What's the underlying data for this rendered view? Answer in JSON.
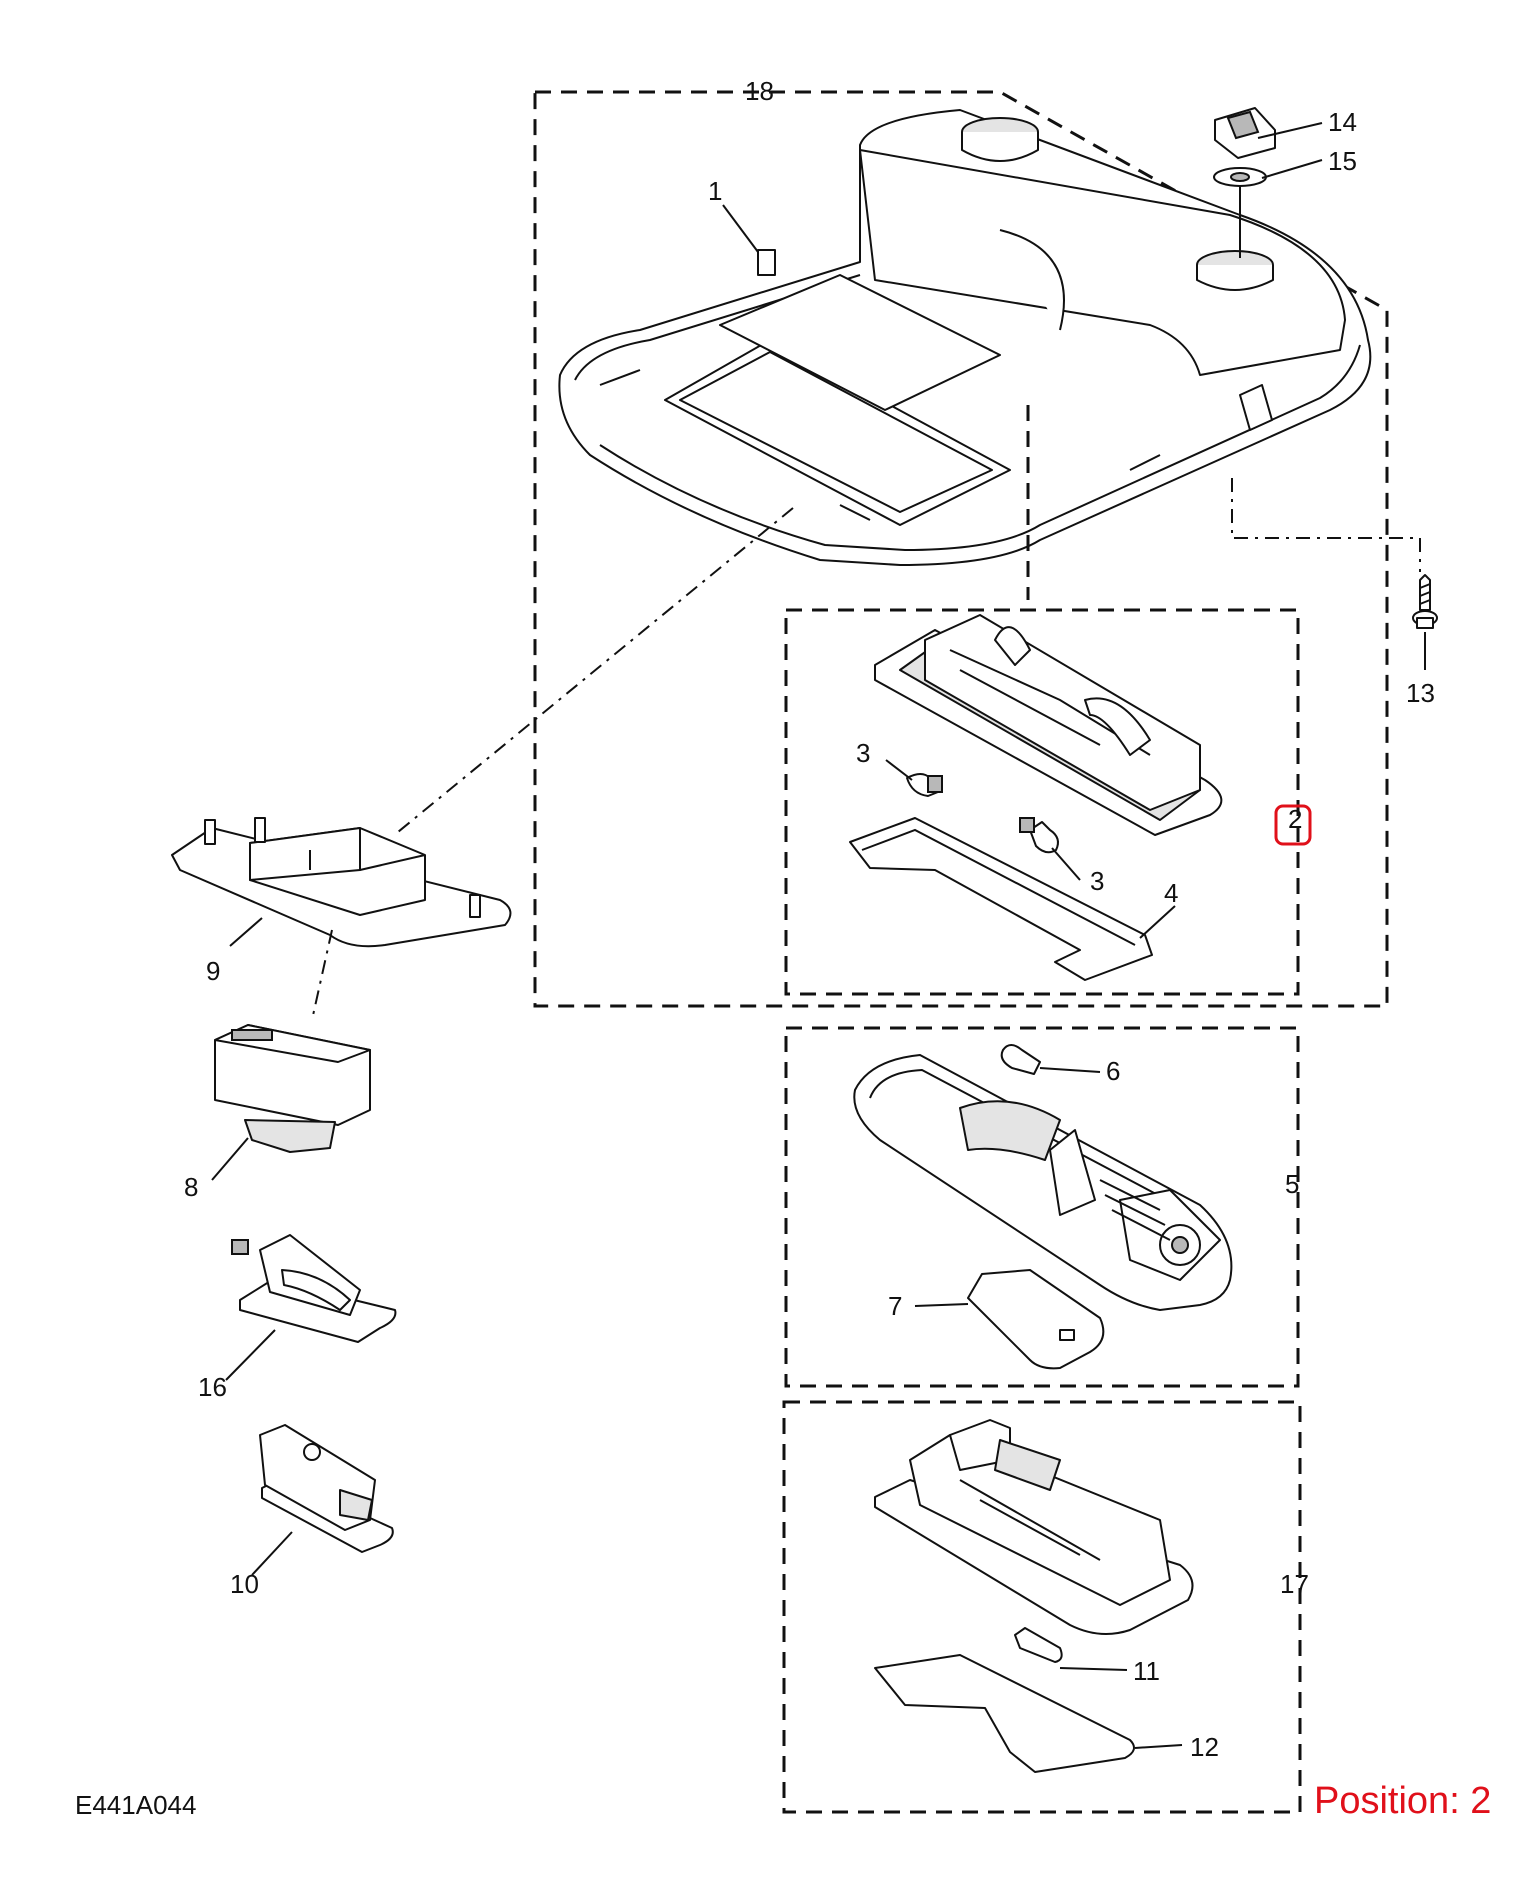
{
  "diagram_code": "E441A044",
  "position_text": "Position: 2",
  "callouts": [
    "1",
    "2",
    "3",
    "3",
    "4",
    "5",
    "6",
    "7",
    "8",
    "9",
    "10",
    "11",
    "12",
    "13",
    "14",
    "15",
    "16",
    "17",
    "18"
  ],
  "highlight_color": "#e0101a"
}
